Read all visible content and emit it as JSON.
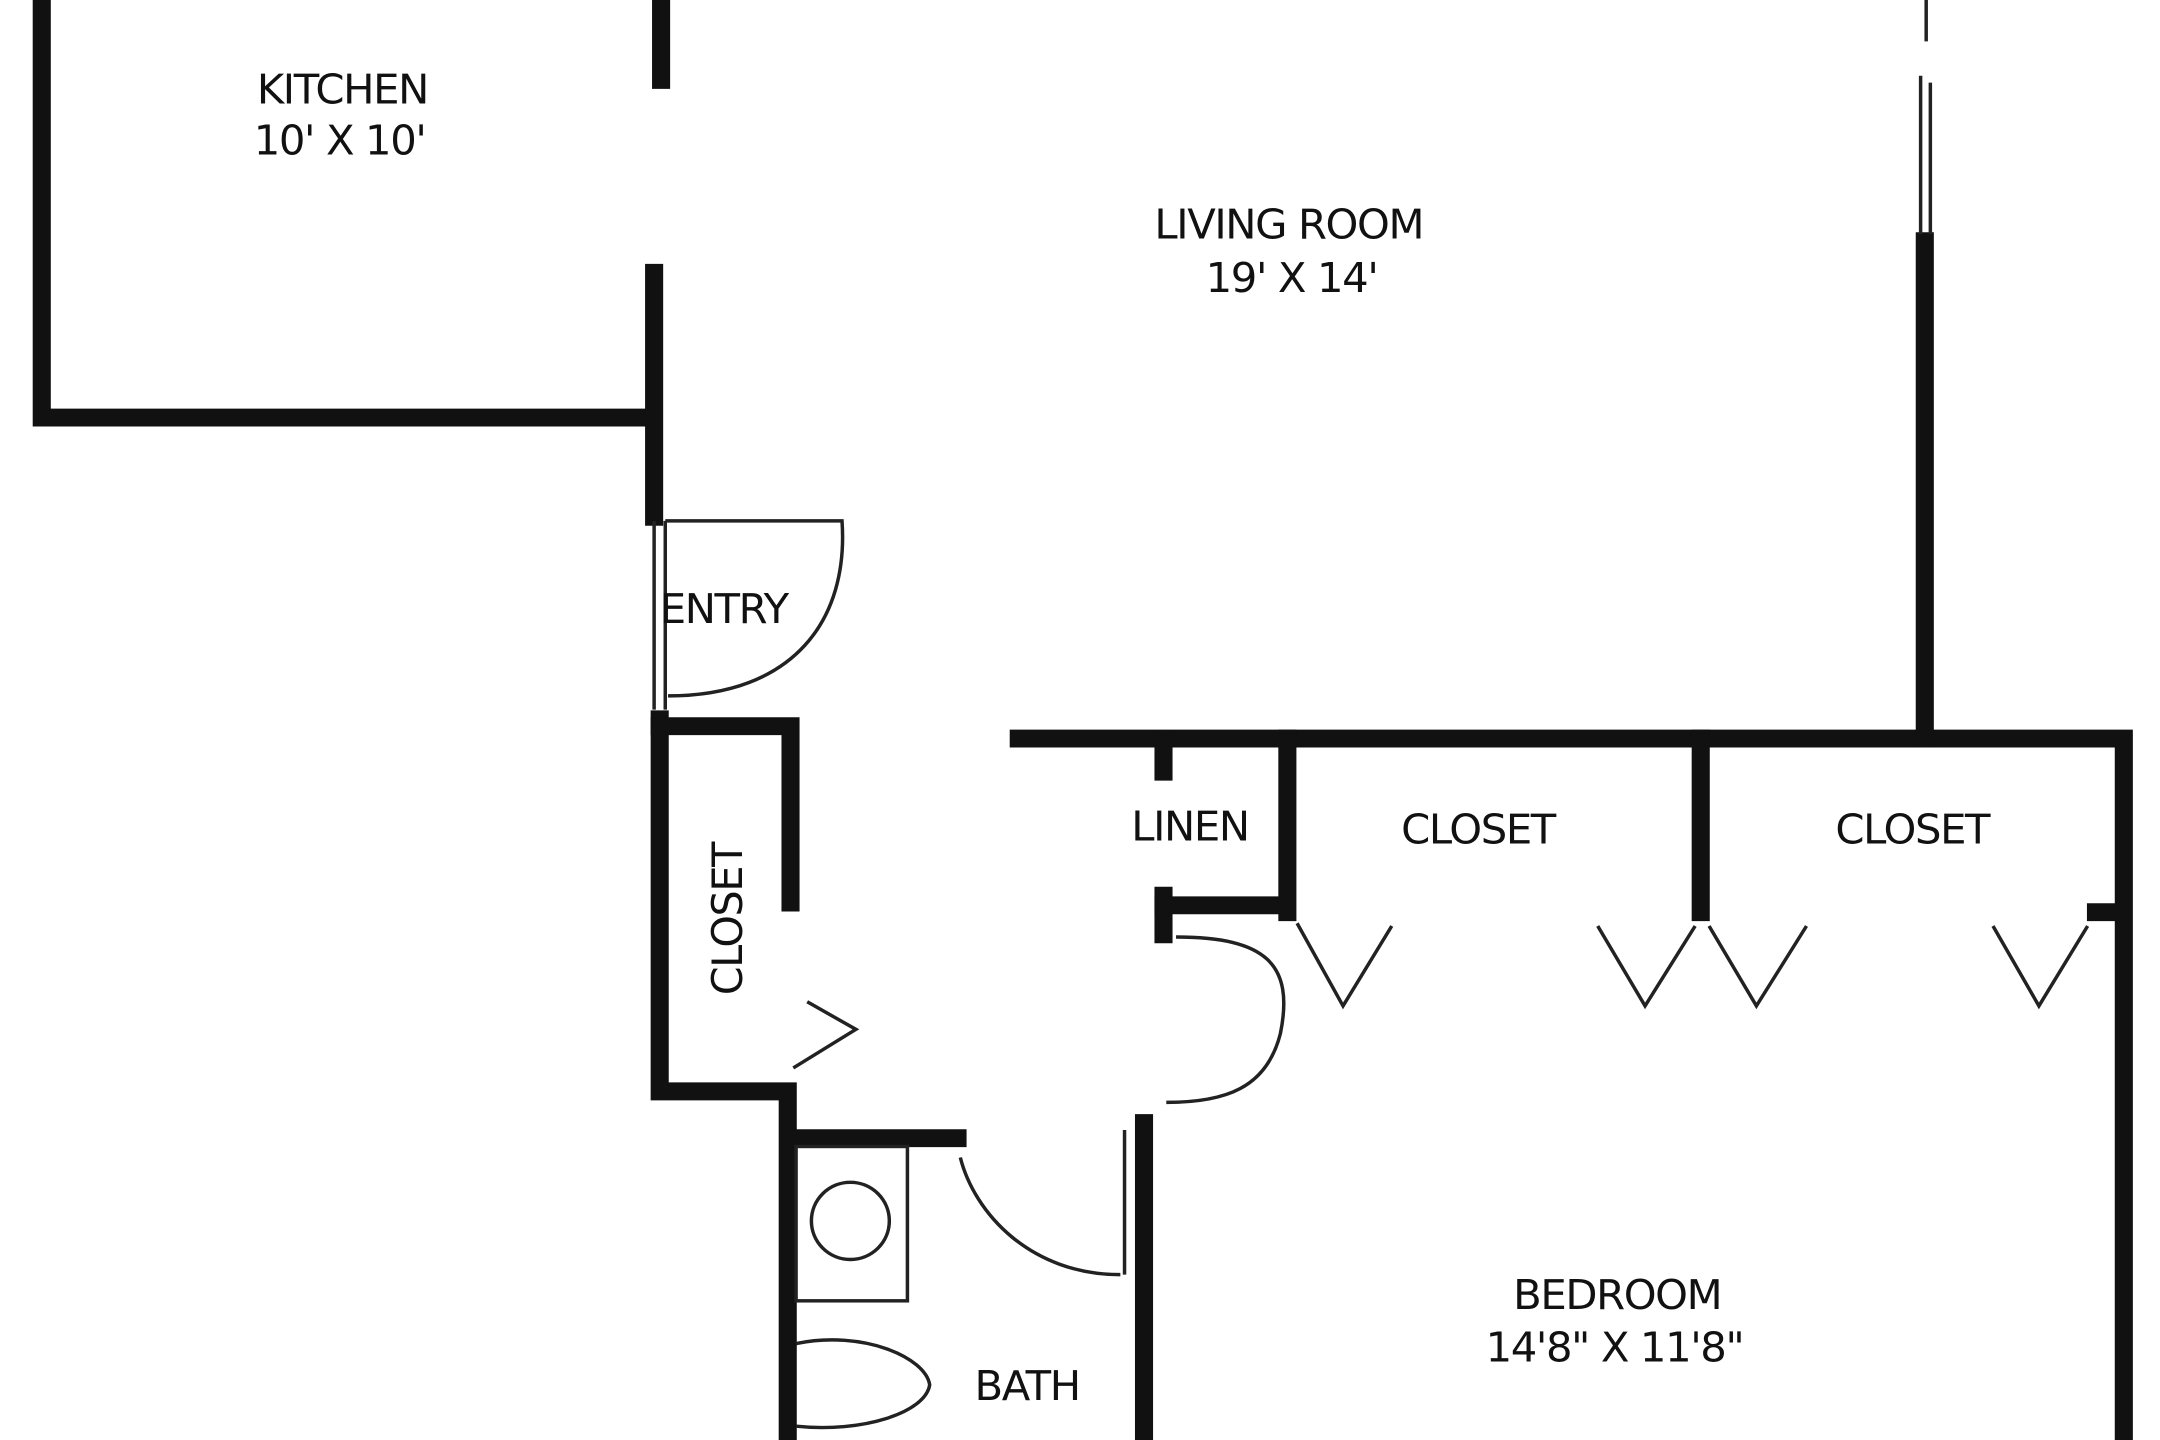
{
  "rooms": {
    "kitchen": {
      "name": "KITCHEN",
      "size": "10' X 10'"
    },
    "living_room": {
      "name": "LIVING ROOM",
      "size": "19' X 14'"
    },
    "entry": {
      "name": "ENTRY"
    },
    "hall_closet": {
      "name": "CLOSET"
    },
    "linen": {
      "name": "LINEN"
    },
    "closet_1": {
      "name": "CLOSET"
    },
    "closet_2": {
      "name": "CLOSET"
    },
    "bedroom": {
      "name": "BEDROOM",
      "size": "14'8\" X 11'8\""
    },
    "bath": {
      "name": "BATH"
    }
  }
}
